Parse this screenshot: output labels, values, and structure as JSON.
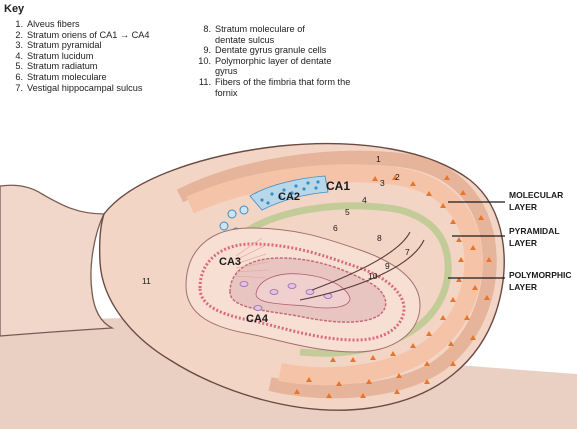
{
  "key": {
    "title": "Key",
    "column1": [
      {
        "num": "1.",
        "text": "Alveus fibers"
      },
      {
        "num": "2.",
        "text": "Stratum oriens of CA1 → CA4"
      },
      {
        "num": "3.",
        "text": "Stratum pyramidal"
      },
      {
        "num": "4.",
        "text": "Stratum lucidum"
      },
      {
        "num": "5.",
        "text": "Stratum radiatum"
      },
      {
        "num": "6.",
        "text": "Stratum moleculare"
      },
      {
        "num": "7.",
        "text": "Vestigal hippocampal sulcus"
      }
    ],
    "column2": [
      {
        "num": "8.",
        "text": "Stratum moleculare of dentate sulcus"
      },
      {
        "num": "9.",
        "text": "Dentate gyrus granule cells"
      },
      {
        "num": "10.",
        "text": "Polymorphic layer of dentate gyrus"
      },
      {
        "num": "11.",
        "text": "Fibers of the fimbria that form the fornix"
      }
    ]
  },
  "diagram": {
    "regions": {
      "ca1": "CA1",
      "ca2": "CA2",
      "ca3": "CA3",
      "ca4": "CA4"
    },
    "numbers": {
      "n1": "1",
      "n2": "2",
      "n3": "3",
      "n4": "4",
      "n5": "5",
      "n6": "6",
      "n7": "7",
      "n8": "8",
      "n9": "9",
      "n10": "10",
      "n11": "11"
    },
    "layers": {
      "molecular_1": "MOLECULAR",
      "molecular_2": "LAYER",
      "pyramidal_1": "PYRAMIDAL",
      "pyramidal_2": "LAYER",
      "polymorphic_1": "POLYMORPHIC",
      "polymorphic_2": "LAYER"
    },
    "colors": {
      "tissue": "#f3d5c6",
      "pyramidal": "#f5c4a8",
      "triangle": "#e8752a",
      "ca2_cells": "#3a8ec4",
      "granule": "#d96b7a",
      "fiber": "#a9b47c"
    }
  }
}
